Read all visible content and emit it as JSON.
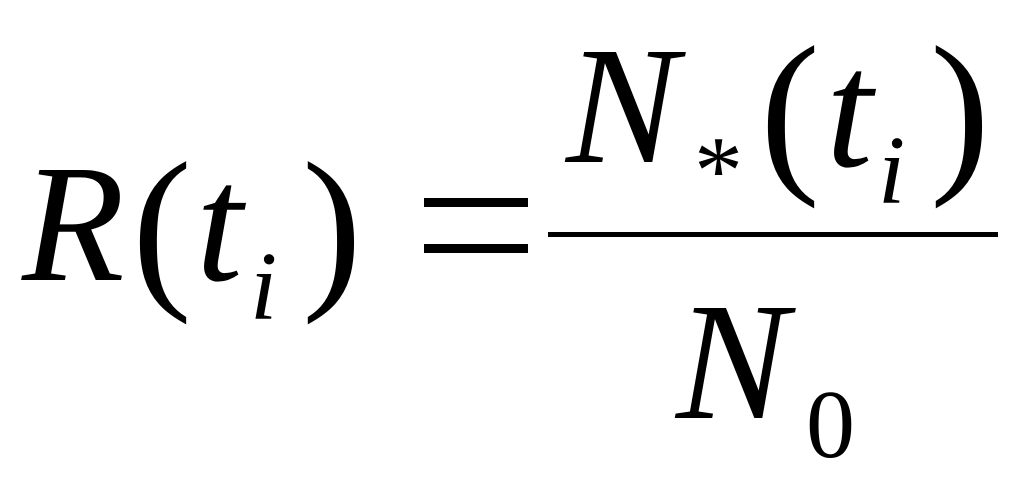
{
  "formula": {
    "lhs": {
      "function": "R",
      "open_paren": "(",
      "variable": "t",
      "subscript": "i",
      "close_paren": ")"
    },
    "equals": "=",
    "numerator": {
      "symbol": "N",
      "subscript": "*",
      "open_paren": "(",
      "variable": "t",
      "variable_subscript": "i",
      "close_paren": ")"
    },
    "denominator": {
      "symbol": "N",
      "subscript": "0"
    }
  }
}
